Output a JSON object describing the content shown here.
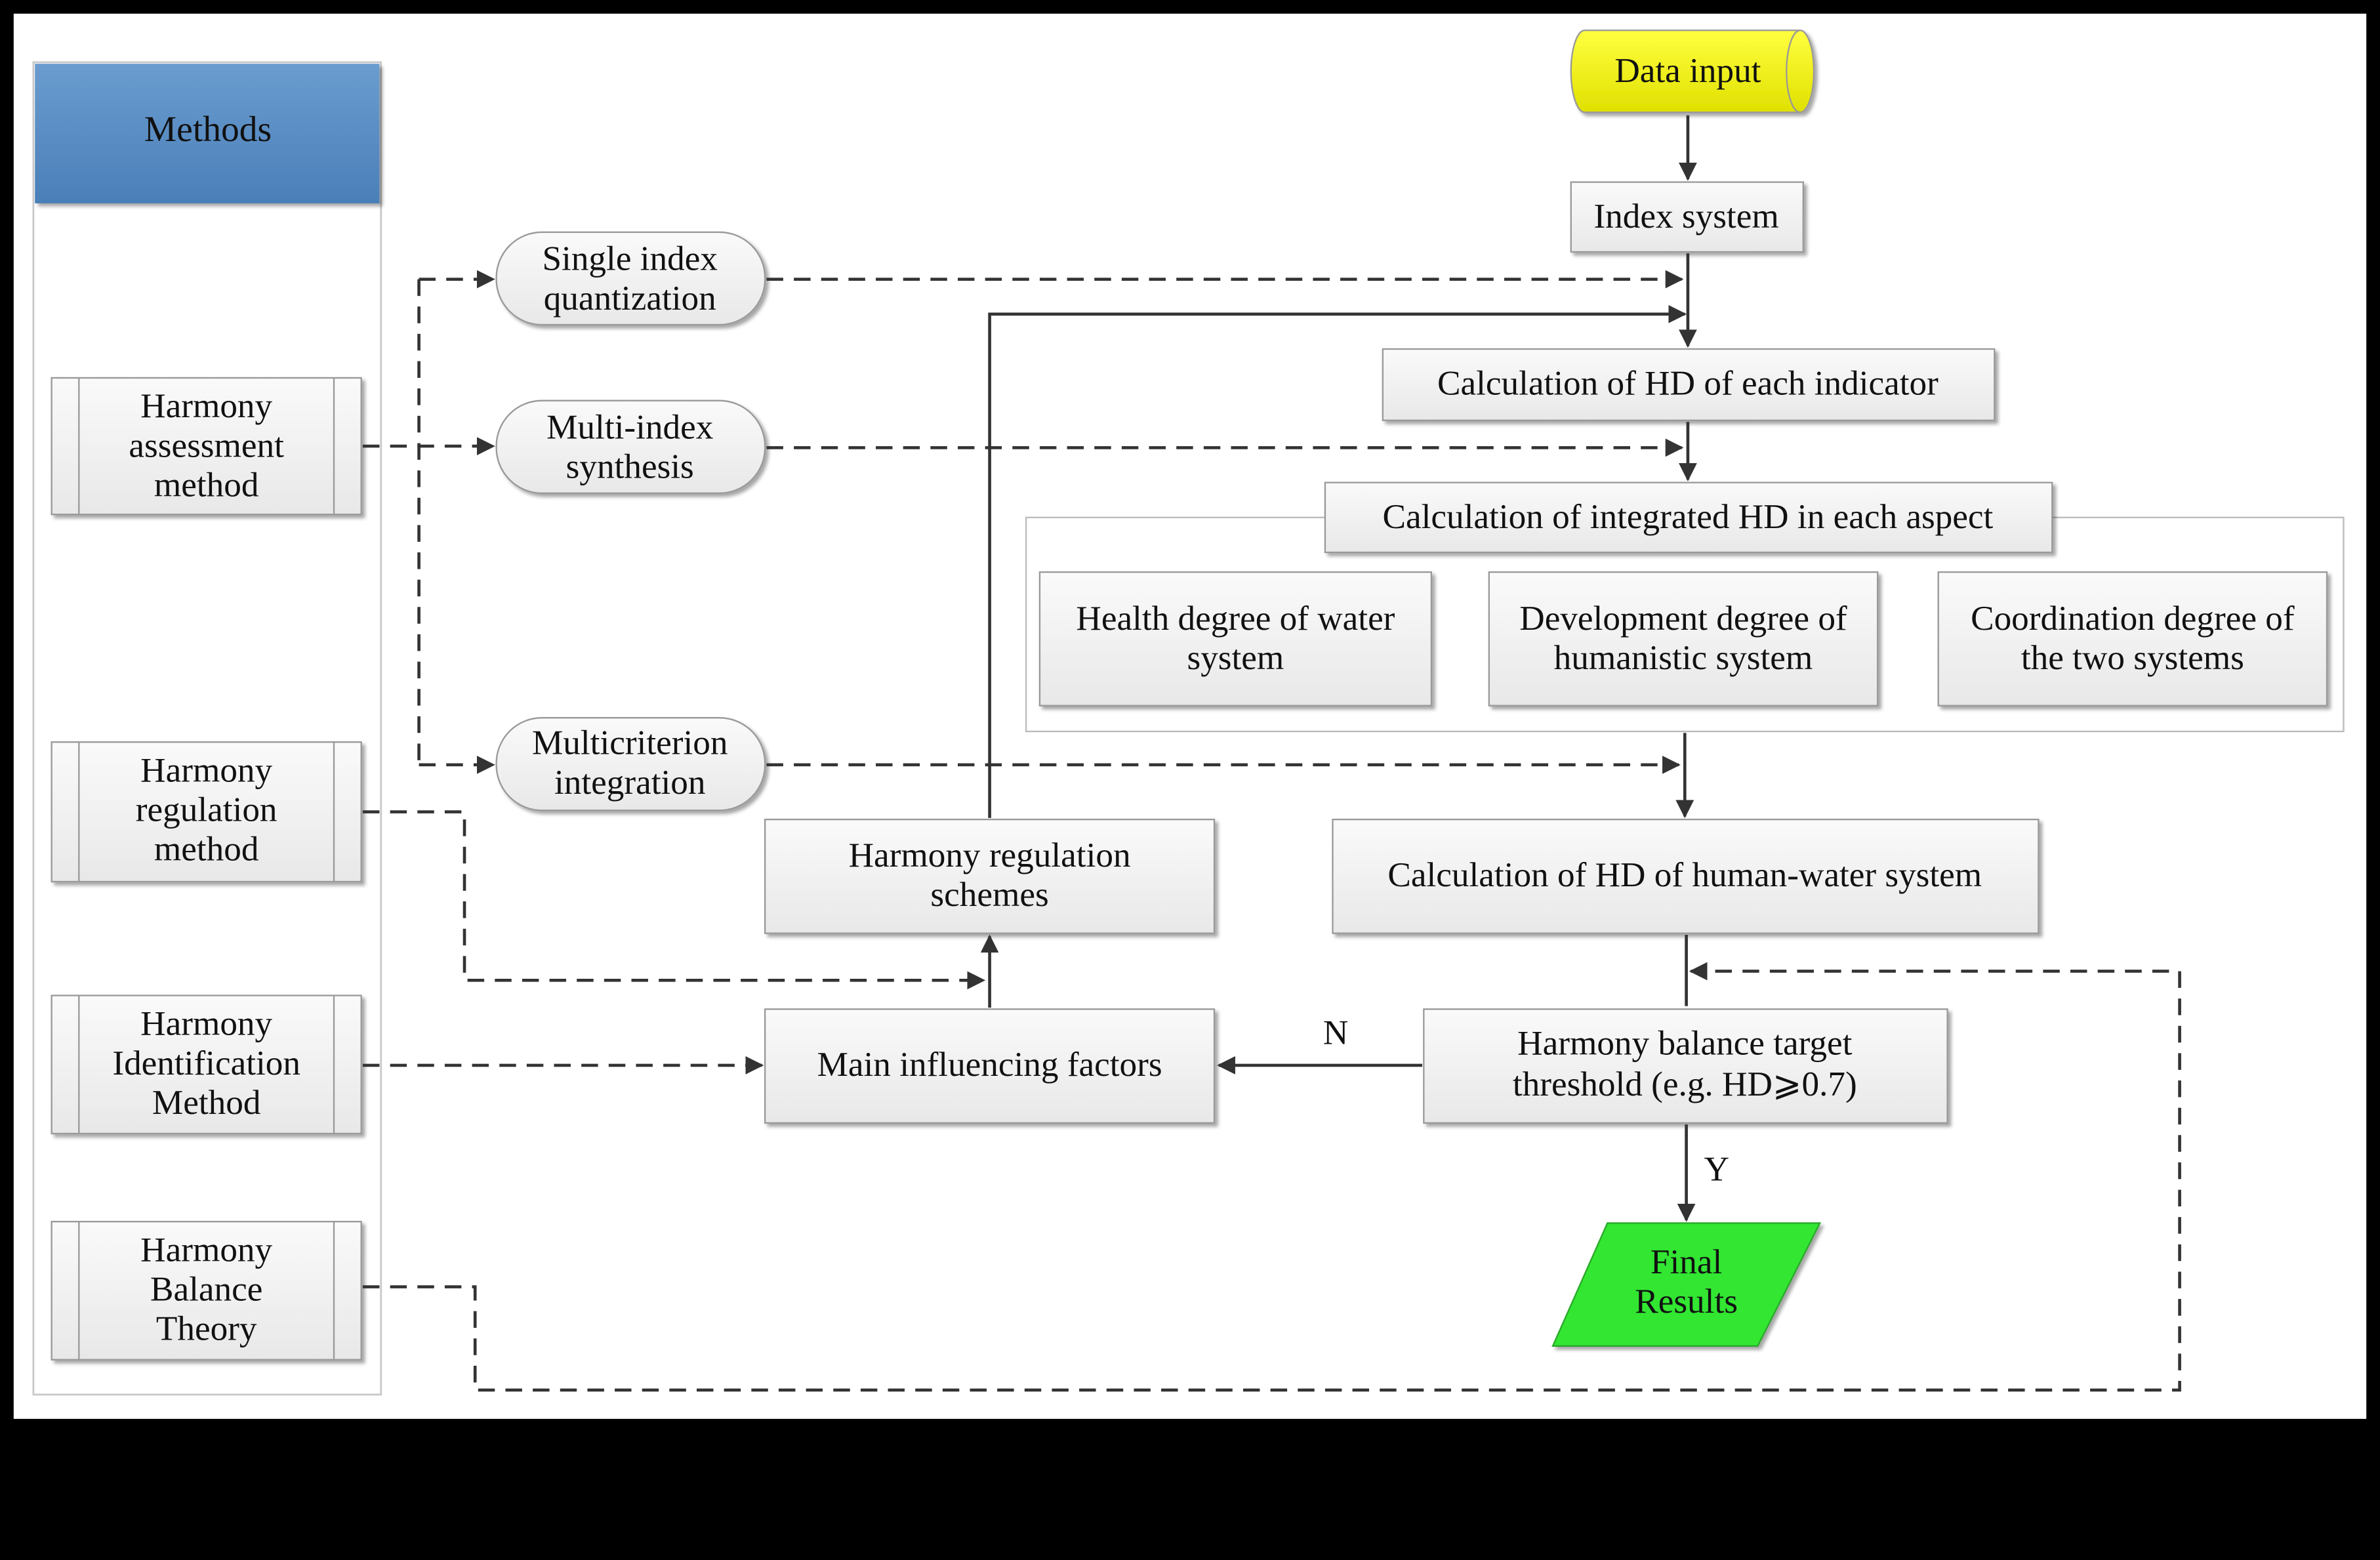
{
  "methods_panel": {
    "header": "Methods",
    "items": [
      [
        "Harmony",
        "assessment",
        "method"
      ],
      [
        "Harmony",
        "regulation",
        "method"
      ],
      [
        "Harmony",
        "Identification",
        "Method"
      ],
      [
        "Harmony",
        "Balance",
        "Theory"
      ]
    ]
  },
  "techniques": [
    [
      "Single index",
      "quantization"
    ],
    [
      "Multi-index",
      "synthesis"
    ],
    [
      "Multicriterion",
      "integration"
    ]
  ],
  "flow": {
    "data_input": "Data input",
    "index_system": "Index system",
    "calc_indicator": "Calculation of HD of each indicator",
    "calc_aspect": "Calculation of integrated HD in each aspect",
    "aspects": [
      [
        "Health degree of water",
        "system"
      ],
      [
        "Development degree of",
        "humanistic system"
      ],
      [
        "Coordination degree of",
        "the two systems"
      ]
    ],
    "calc_system": "Calculation of HD of human-water system",
    "threshold": [
      "Harmony balance target",
      "threshold (e.g. HD⩾0.7)"
    ],
    "final": [
      "Final",
      "Results"
    ],
    "regulation_schemes": [
      "Harmony regulation",
      "schemes"
    ],
    "influencing_factors": "Main influencing factors",
    "label_no": "N",
    "label_yes": "Y"
  },
  "colors": {
    "methods_header": "#5b8ec2",
    "data_input": "#f2f200",
    "final_results": "#39e639",
    "box_fill": "#f1f1f1",
    "line": "#333333"
  }
}
